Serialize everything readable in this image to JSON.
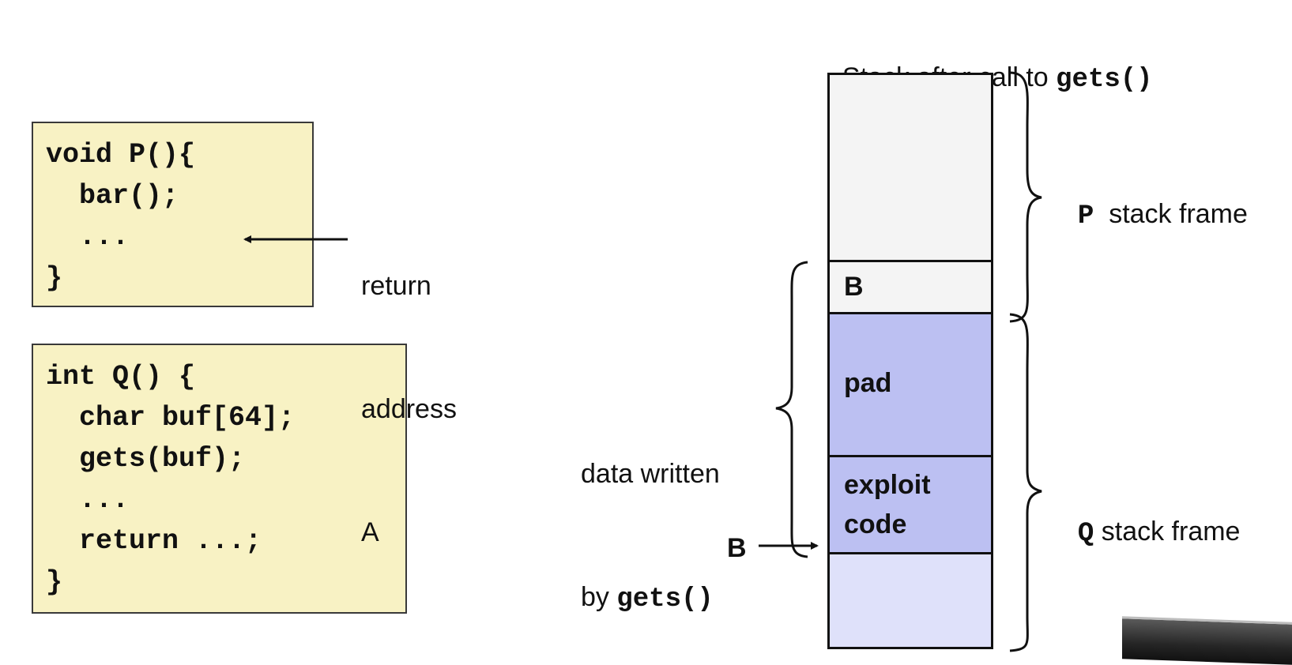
{
  "stack_title": {
    "prefix": "Stack after call to ",
    "func": "gets()"
  },
  "code_p": {
    "lines": [
      "void P(){",
      "  bar();",
      "  ...",
      "}"
    ]
  },
  "code_q": {
    "lines": [
      "int Q() {",
      "  char buf[64];",
      "  gets(buf);",
      "  ...",
      "  return ...;",
      "}"
    ]
  },
  "return_address": {
    "lines": [
      "return",
      "address",
      "A"
    ]
  },
  "stack_cells": [
    {
      "label": "",
      "fill": "#f4f4f4"
    },
    {
      "label": "B",
      "fill": "#f4f4f4"
    },
    {
      "label": "pad",
      "fill": "#bcc0f2"
    },
    {
      "label": "exploit\ncode",
      "fill": "#bcc0f2"
    },
    {
      "label": "",
      "fill": "#dfe1fa"
    }
  ],
  "p_frame_label": {
    "name": "P",
    "text": "  stack frame"
  },
  "q_frame_label": {
    "name": "Q",
    "text": " stack frame"
  },
  "data_written": {
    "line1": "data written",
    "line2_prefix": "by ",
    "line2_func": "gets()"
  },
  "pointer_b": "B"
}
